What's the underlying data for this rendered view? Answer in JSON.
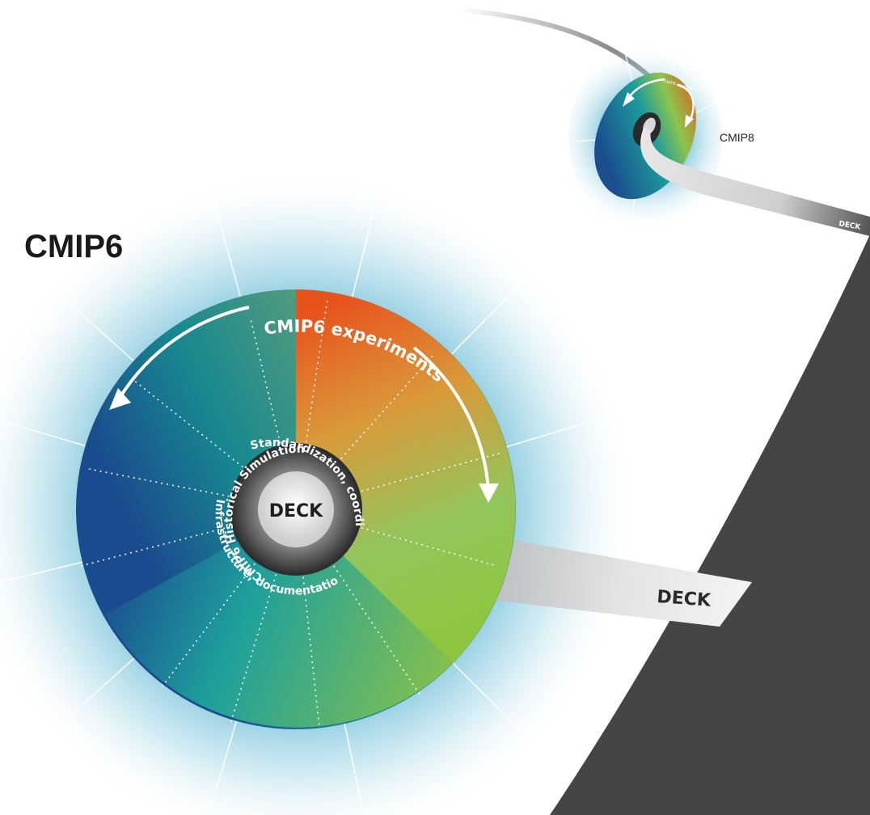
{
  "main_diagram": {
    "title": "CMIP6",
    "experiments_label": "CMIP6 experiments",
    "inner_ring_labels": [
      "Standardization, coordination",
      "Infrastructure, documentation"
    ],
    "core_ring_label": "CMIP6 Historical Simulation",
    "core_label": "DECK",
    "beam_label": "DECK"
  },
  "future_diagram": {
    "title": "CMIP8",
    "experiments_label": "CMIP8 experiments",
    "beam_label": "DECK"
  },
  "colors": {
    "orange": "#e8531c",
    "green": "#8dc44e",
    "teal": "#1f9aa0",
    "dark_blue": "#1d4e8f",
    "glow": "#a8d8e8",
    "dark_band": "#454545",
    "core_grey": "#2a2a2a"
  }
}
